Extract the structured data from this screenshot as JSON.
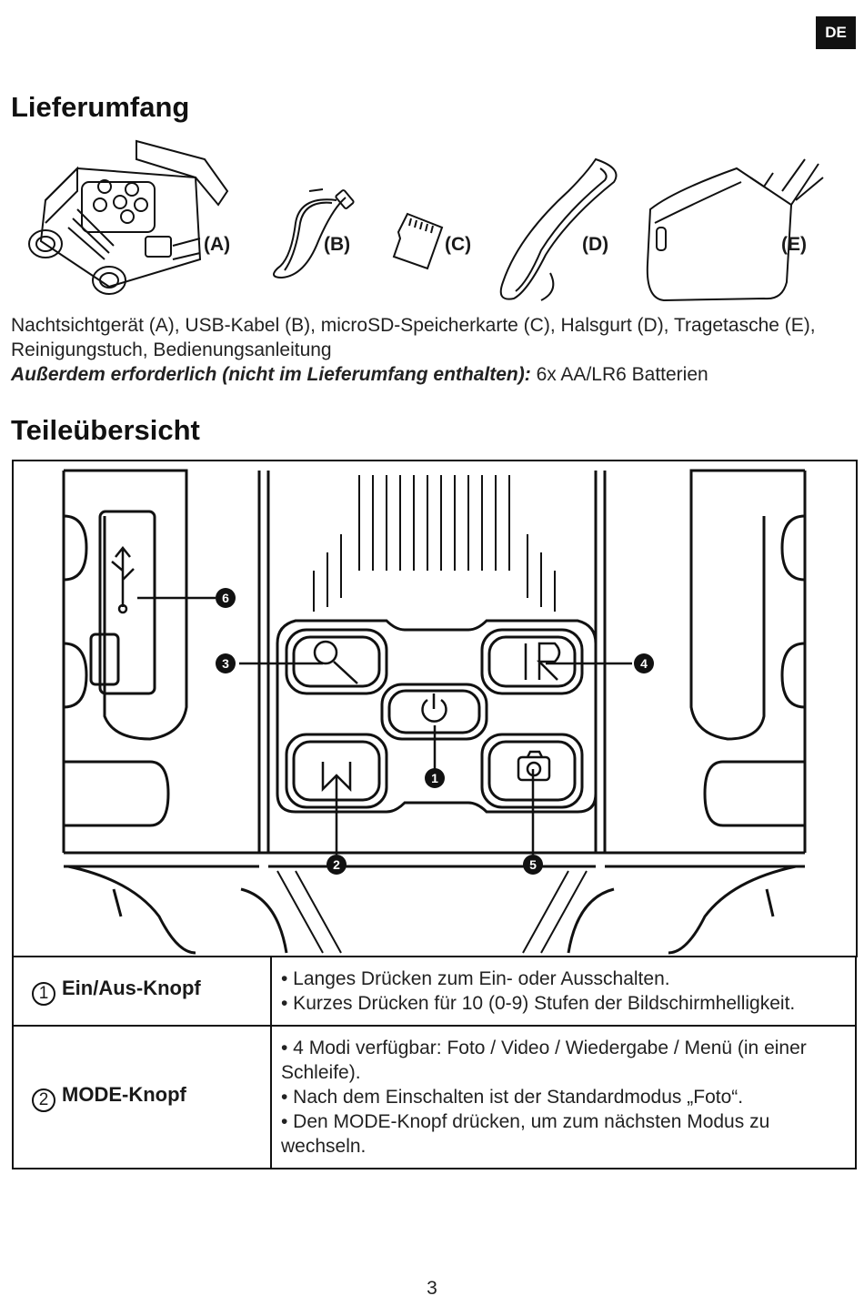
{
  "lang_badge": "DE",
  "section1": {
    "title": "Lieferumfang"
  },
  "items": [
    {
      "label": "(A)"
    },
    {
      "label": "(B)"
    },
    {
      "label": "(C)"
    },
    {
      "label": "(D)"
    },
    {
      "label": "(E)"
    }
  ],
  "contents_line": "Nachtsichtgerät (A), USB-Kabel (B), microSD-Speicherkarte (C), Halsgurt (D), Tragetasche (E), Reinigungstuch, Bedienungsanleitung",
  "required": {
    "label": "Außerdem erforderlich (nicht im Lieferumfang enthalten):",
    "value": " 6x AA/LR6 Batterien"
  },
  "section2": {
    "title": "Teileübersicht"
  },
  "callouts": [
    "1",
    "2",
    "3",
    "4",
    "5",
    "6"
  ],
  "parts": [
    {
      "num": "1",
      "name": "Ein/Aus-Knopf",
      "lines": [
        "• Langes Drücken zum Ein- oder Ausschalten.",
        "• Kurzes Drücken für 10 (0-9) Stufen der Bildschirmhelligkeit."
      ]
    },
    {
      "num": "2",
      "name": "MODE-Knopf",
      "lines": [
        "• 4 Modi verfügbar: Foto / Video / Wiedergabe / Menü (in einer Schleife).",
        "• Nach dem Einschalten ist der Standardmodus „Foto“.",
        "• Den MODE-Knopf drücken, um zum nächsten Modus zu wechseln."
      ]
    }
  ],
  "page_number": "3"
}
